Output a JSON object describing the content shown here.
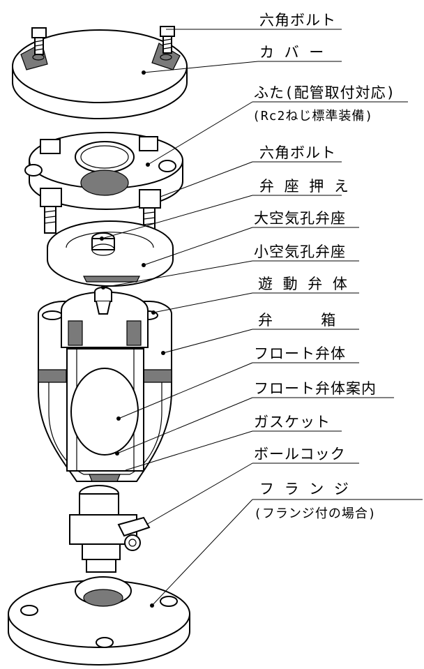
{
  "labels": {
    "hex_bolt_top": "六角ボルト",
    "cover": "カ バ ー",
    "lid_line1": "ふた(配管取付対応)",
    "lid_line2": "(Rc2ねじ標準装備)",
    "hex_bolt_mid": "六角ボルト",
    "valve_seat_retainer": "弁 座 押 え",
    "large_air_hole_seat": "大空気孔弁座",
    "small_air_hole_seat": "小空気孔弁座",
    "floating_valve_body": "遊 動 弁 体",
    "valve_box": "弁     箱",
    "float_valve_body": "フロート弁体",
    "float_valve_guide": "フロート弁体案内",
    "gasket": "ガスケット",
    "ball_cock": "ボールコック",
    "flange_line1": "フ ラ ン ジ",
    "flange_line2": "(フランジ付の場合)"
  }
}
